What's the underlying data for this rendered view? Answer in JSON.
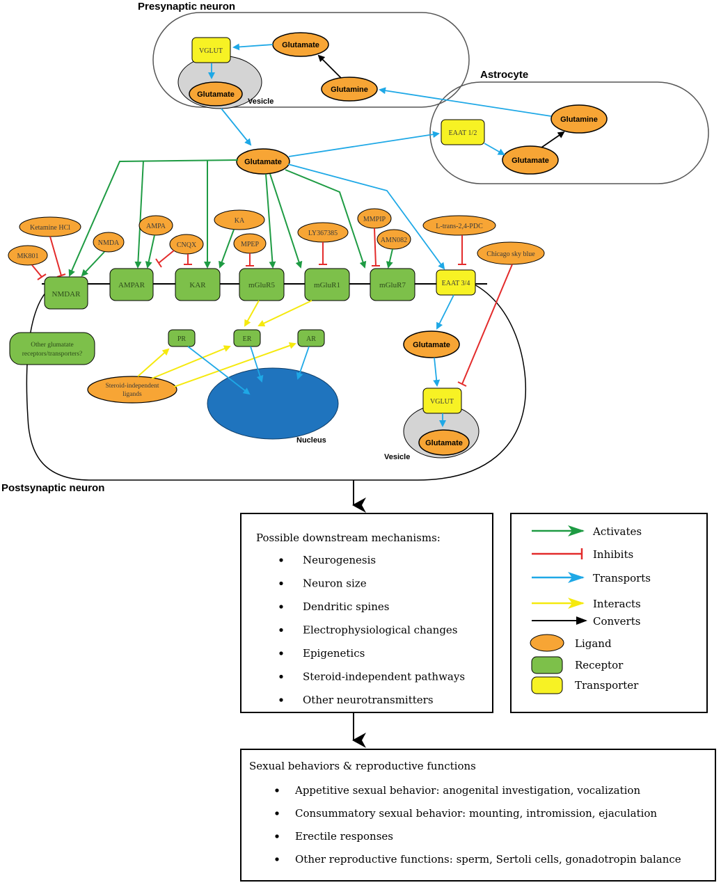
{
  "colors": {
    "ligand": "#F7A535",
    "receptor": "#7DC04A",
    "transporter": "#F7F224",
    "nucleus": "#1F74BE",
    "vesicle": "#D4D4D4",
    "activates": "#1E9B43",
    "inhibits": "#E32B2B",
    "transports": "#1EA8E6",
    "interacts": "#F5E90E",
    "converts": "#000000"
  },
  "labels": {
    "presynaptic": "Presynaptic neuron",
    "astrocyte": "Astrocyte",
    "postsynaptic": "Postsynaptic neuron",
    "vesicle": "Vesicle",
    "nucleus": "Nucleus"
  },
  "nodes": {
    "pre_vglut": "VGLUT",
    "pre_glutamate_top": "Glutamate",
    "pre_glutamine": "Glutamine",
    "pre_vesicle_glutamate": "Glutamate",
    "ast_glutamine": "Glutamine",
    "ast_glutamate": "Glutamate",
    "eaat12": "EAAT 1/2",
    "cleft_glutamate": "Glutamate",
    "ketamine": "Ketamine HCl",
    "mk801": "MK801",
    "nmda": "NMDA",
    "ampa": "AMPA",
    "cnqx": "CNQX",
    "ka": "KA",
    "mpep": "MPEP",
    "ly": "LY367385",
    "mmpip": "MMPIP",
    "amn": "AMN082",
    "ltrans": "L-trans-2,4-PDC",
    "chicago": "Chicago sky blue",
    "nmdar": "NMDAR",
    "ampar": "AMPAR",
    "kar": "KAR",
    "mglur5": "mGluR5",
    "mglur1": "mGluR1",
    "mglur7": "mGluR7",
    "eaat34": "EAAT 3/4",
    "other_line1": "Other glumatate",
    "other_line2": "receptors/transporters?",
    "pr": "PR",
    "er": "ER",
    "ar": "AR",
    "steroid_line1": "Steroid-independent",
    "steroid_line2": "ligands",
    "post_glutamate": "Glutamate",
    "post_vglut": "VGLUT",
    "post_vesicle_glutamate": "Glutamate"
  },
  "downstream": {
    "title": "Possible downstream mechanisms:",
    "items": [
      "Neurogenesis",
      "Neuron size",
      "Dendritic spines",
      "Electrophysiological changes",
      "Epigenetics",
      "Steroid-independent pathways",
      "Other neurotransmitters"
    ]
  },
  "legend": {
    "activates": "Activates",
    "inhibits": "Inhibits",
    "transports": "Transports",
    "interacts": "Interacts",
    "converts": "Converts",
    "ligand": "Ligand",
    "receptor": "Receptor",
    "transporter": "Transporter"
  },
  "sexual": {
    "title": "Sexual behaviors & reproductive functions",
    "items": [
      "Appetitive sexual behavior: anogenital investigation, vocalization",
      "Consummatory sexual behavior: mounting, intromission, ejaculation",
      "Erectile responses",
      "Other reproductive functions: sperm, Sertoli cells, gonadotropin balance"
    ]
  }
}
